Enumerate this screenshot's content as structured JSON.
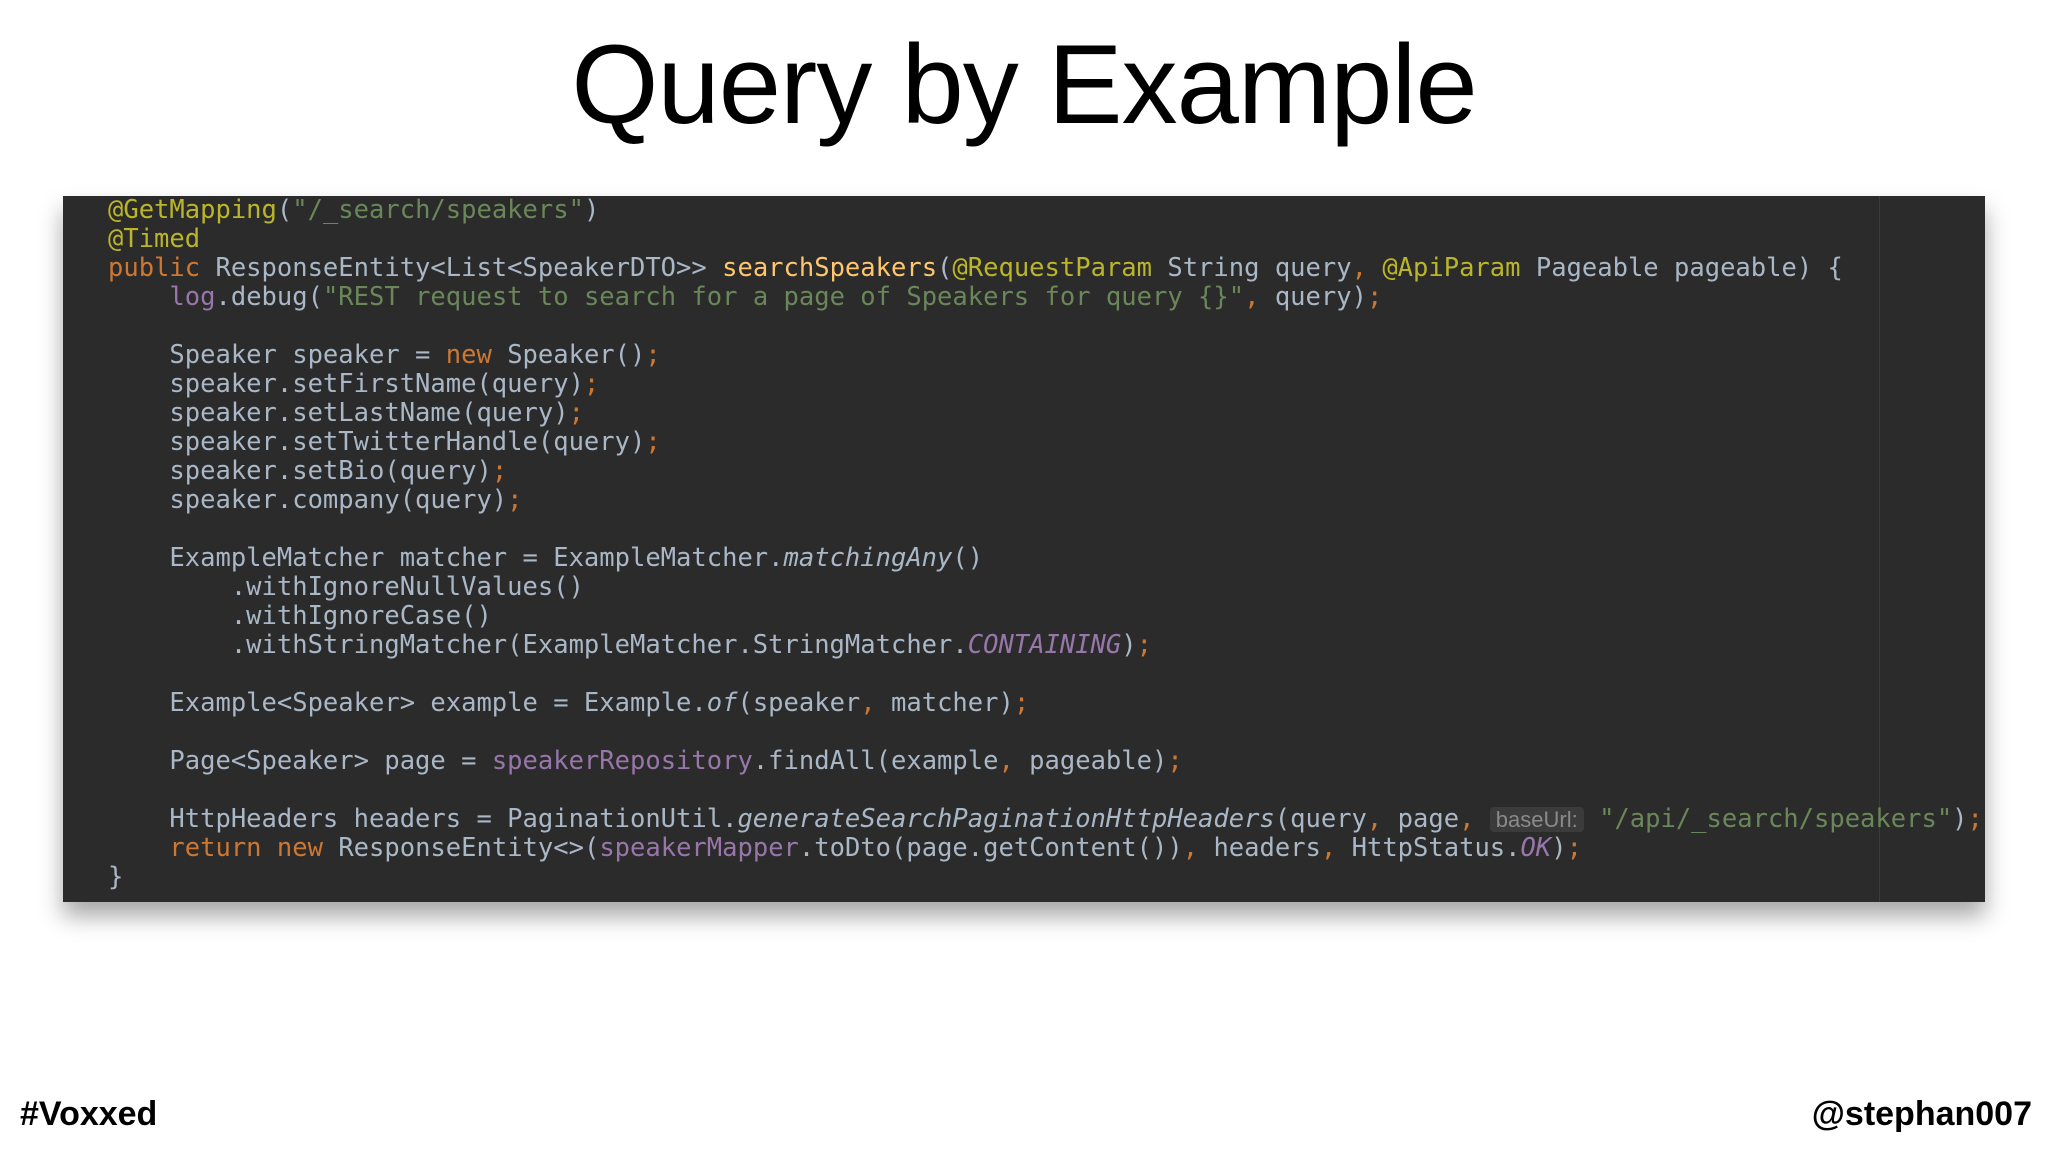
{
  "slide": {
    "title": "Query by Example",
    "footer_left": "#Voxxed",
    "footer_right": "@stephan007"
  },
  "colors": {
    "background": "#ffffff",
    "code_background": "#2b2b2b",
    "annotation": "#bbb529",
    "string": "#6a8759",
    "keyword": "#cc7832",
    "method_decl": "#ffc66d",
    "field": "#9876aa",
    "text": "#a9b7c6"
  },
  "code_lines": [
    [
      {
        "t": "@GetMapping",
        "c": "ann"
      },
      {
        "t": "("
      },
      {
        "t": "\"/_search/speakers\"",
        "c": "str"
      },
      {
        "t": ")"
      }
    ],
    [
      {
        "t": "@Timed",
        "c": "ann"
      }
    ],
    [
      {
        "t": "public ",
        "c": "kw"
      },
      {
        "t": "ResponseEntity<List<SpeakerDTO>> "
      },
      {
        "t": "searchSpeakers",
        "c": "fn"
      },
      {
        "t": "("
      },
      {
        "t": "@RequestParam",
        "c": "ann"
      },
      {
        "t": " String query"
      },
      {
        "t": ", ",
        "c": "kw"
      },
      {
        "t": "@ApiParam",
        "c": "ann"
      },
      {
        "t": " Pageable pageable) {"
      }
    ],
    [
      {
        "t": "    "
      },
      {
        "t": "log",
        "c": "fld"
      },
      {
        "t": ".debug("
      },
      {
        "t": "\"REST request to search for a page of Speakers for query {}\"",
        "c": "str"
      },
      {
        "t": ", ",
        "c": "kw"
      },
      {
        "t": "query)"
      },
      {
        "t": ";",
        "c": "kw"
      }
    ],
    [],
    [
      {
        "t": "    Speaker speaker = "
      },
      {
        "t": "new ",
        "c": "kw"
      },
      {
        "t": "Speaker()"
      },
      {
        "t": ";",
        "c": "kw"
      }
    ],
    [
      {
        "t": "    speaker.setFirstName(query)"
      },
      {
        "t": ";",
        "c": "kw"
      }
    ],
    [
      {
        "t": "    speaker.setLastName(query)"
      },
      {
        "t": ";",
        "c": "kw"
      }
    ],
    [
      {
        "t": "    speaker.setTwitterHandle(query)"
      },
      {
        "t": ";",
        "c": "kw"
      }
    ],
    [
      {
        "t": "    speaker.setBio(query)"
      },
      {
        "t": ";",
        "c": "kw"
      }
    ],
    [
      {
        "t": "    speaker.company(query)"
      },
      {
        "t": ";",
        "c": "kw"
      }
    ],
    [],
    [
      {
        "t": "    ExampleMatcher matcher = ExampleMatcher."
      },
      {
        "t": "matchingAny",
        "c": "it"
      },
      {
        "t": "()"
      }
    ],
    [
      {
        "t": "        .withIgnoreNullValues()"
      }
    ],
    [
      {
        "t": "        .withIgnoreCase()"
      }
    ],
    [
      {
        "t": "        .withStringMatcher(ExampleMatcher.StringMatcher."
      },
      {
        "t": "CONTAINING",
        "c": "fld it"
      },
      {
        "t": ")"
      },
      {
        "t": ";",
        "c": "kw"
      }
    ],
    [],
    [
      {
        "t": "    Example<Speaker> example = Example."
      },
      {
        "t": "of",
        "c": "it"
      },
      {
        "t": "(speaker"
      },
      {
        "t": ", ",
        "c": "kw"
      },
      {
        "t": "matcher)"
      },
      {
        "t": ";",
        "c": "kw"
      }
    ],
    [],
    [
      {
        "t": "    Page<Speaker> page = "
      },
      {
        "t": "speakerRepository",
        "c": "fld"
      },
      {
        "t": ".findAll(example"
      },
      {
        "t": ", ",
        "c": "kw"
      },
      {
        "t": "pageable)"
      },
      {
        "t": ";",
        "c": "kw"
      }
    ],
    [],
    [
      {
        "t": "    HttpHeaders headers = PaginationUtil."
      },
      {
        "t": "generateSearchPaginationHttpHeaders",
        "c": "it"
      },
      {
        "t": "(query"
      },
      {
        "t": ", ",
        "c": "kw"
      },
      {
        "t": "page"
      },
      {
        "t": ", ",
        "c": "kw"
      },
      {
        "t": "baseUrl:",
        "c": "hint"
      },
      {
        "t": " "
      },
      {
        "t": "\"/api/_search/speakers\"",
        "c": "str"
      },
      {
        "t": ")"
      },
      {
        "t": ";",
        "c": "kw"
      }
    ],
    [
      {
        "t": "    "
      },
      {
        "t": "return ",
        "c": "kw"
      },
      {
        "t": "new ",
        "c": "kw"
      },
      {
        "t": "ResponseEntity<>("
      },
      {
        "t": "speakerMapper",
        "c": "fld"
      },
      {
        "t": ".toDto(page.getContent())"
      },
      {
        "t": ", ",
        "c": "kw"
      },
      {
        "t": "headers"
      },
      {
        "t": ", ",
        "c": "kw"
      },
      {
        "t": "HttpStatus."
      },
      {
        "t": "OK",
        "c": "fld it"
      },
      {
        "t": ")"
      },
      {
        "t": ";",
        "c": "kw"
      }
    ],
    [
      {
        "t": "}"
      }
    ]
  ]
}
